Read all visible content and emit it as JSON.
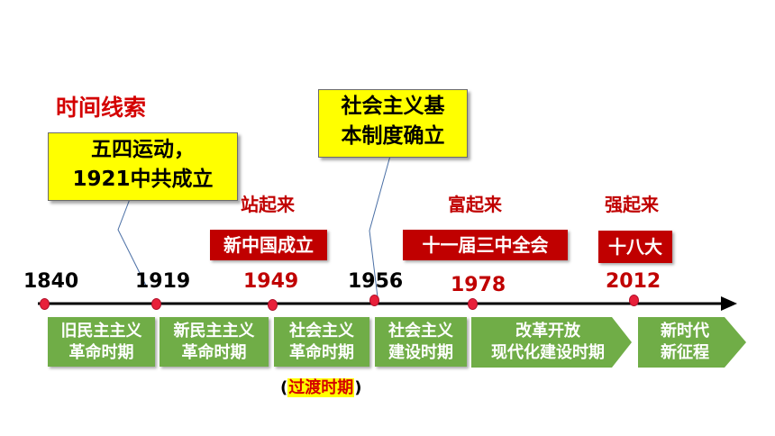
{
  "title": "时间线索",
  "milestones": {
    "may_fourth": [
      "五四运动，",
      "1921中共成立"
    ],
    "socialism_basic": [
      "社会主义基",
      "本制度确立"
    ]
  },
  "slogans": [
    "站起来",
    "富起来",
    "强起来"
  ],
  "events": [
    "新中国成立",
    "十一届三中全会",
    "十八大"
  ],
  "years": [
    "1840",
    "1919",
    "1949",
    "1956",
    "1978",
    "2012"
  ],
  "periods": [
    [
      "旧民主主义",
      "革命时期"
    ],
    [
      "新民主主义",
      "革命时期"
    ],
    [
      "社会主义",
      "革命时期"
    ],
    [
      "社会主义",
      "建设时期"
    ],
    [
      "改革开放",
      "现代化建设时期"
    ],
    [
      "新时代",
      "新征程"
    ]
  ],
  "note": {
    "open": "(",
    "text": "过渡时期",
    "close": ")"
  },
  "colors": {
    "title": "#d40000",
    "highlight_box": "#ffff00",
    "event_box": "#c00000",
    "period_box": "#70ad47",
    "dot": "#e8203a"
  }
}
